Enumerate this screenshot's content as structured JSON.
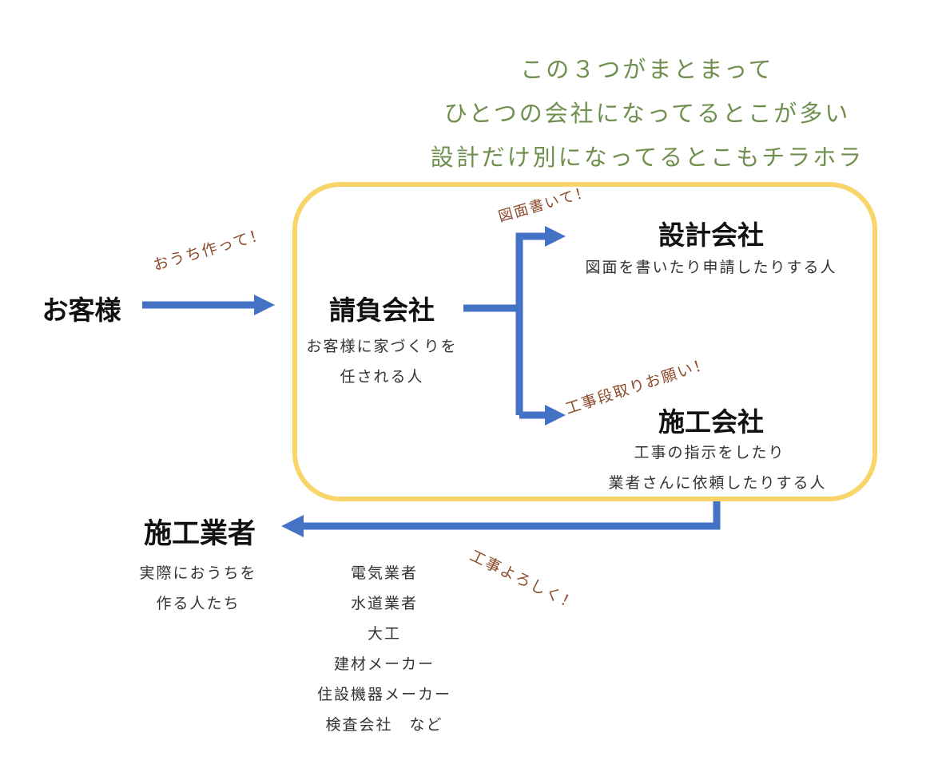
{
  "note": {
    "line1": "この３つがまとまって",
    "line2": "ひとつの会社になってるとこが多い",
    "line3": "設計だけ別になってるとこもチラホラ"
  },
  "customer": {
    "name": "お客様"
  },
  "contractor": {
    "name": "請負会社",
    "desc1": "お客様に家づくりを",
    "desc2": "任される人"
  },
  "design": {
    "name": "設計会社",
    "desc": "図面を書いたり申請したりする人"
  },
  "construction": {
    "name": "施工会社",
    "desc1": "工事の指示をしたり",
    "desc2": "業者さんに依頼したりする人"
  },
  "builder": {
    "name": "施工業者",
    "desc1": "実際におうちを",
    "desc2": "作る人たち"
  },
  "trades": [
    "電気業者",
    "水道業者",
    "大工",
    "建材メーカー",
    "住設機器メーカー",
    "検査会社　など"
  ],
  "requests": {
    "build_house": "おうち作って！",
    "draw_plans": "図面書いて！",
    "arrange_work": "工事段取りお願い！",
    "work_please": "工事よろしく！"
  },
  "colors": {
    "arrow": "#4472c4",
    "box": "#f8d56a",
    "note": "#6e8f4e",
    "request": "#8b4a2b"
  }
}
